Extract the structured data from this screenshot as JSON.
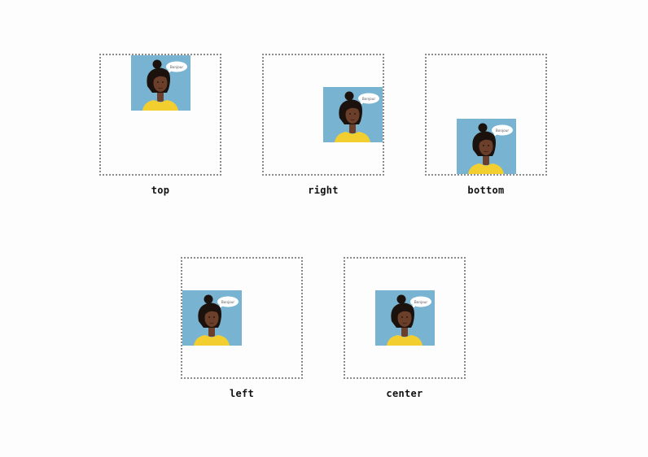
{
  "illustration": {
    "bubble_text": "Bonjour",
    "colors": {
      "background": "#78b4d2",
      "skin": "#6b3f2a",
      "hair": "#1c120d",
      "shirt": "#f2cf2e",
      "bubble": "#ffffff",
      "box_border": "#8a8a8a"
    }
  },
  "demos": [
    {
      "id": "top",
      "label": "top"
    },
    {
      "id": "right",
      "label": "right"
    },
    {
      "id": "bottom",
      "label": "bottom"
    },
    {
      "id": "left",
      "label": "left"
    },
    {
      "id": "center",
      "label": "center"
    }
  ]
}
